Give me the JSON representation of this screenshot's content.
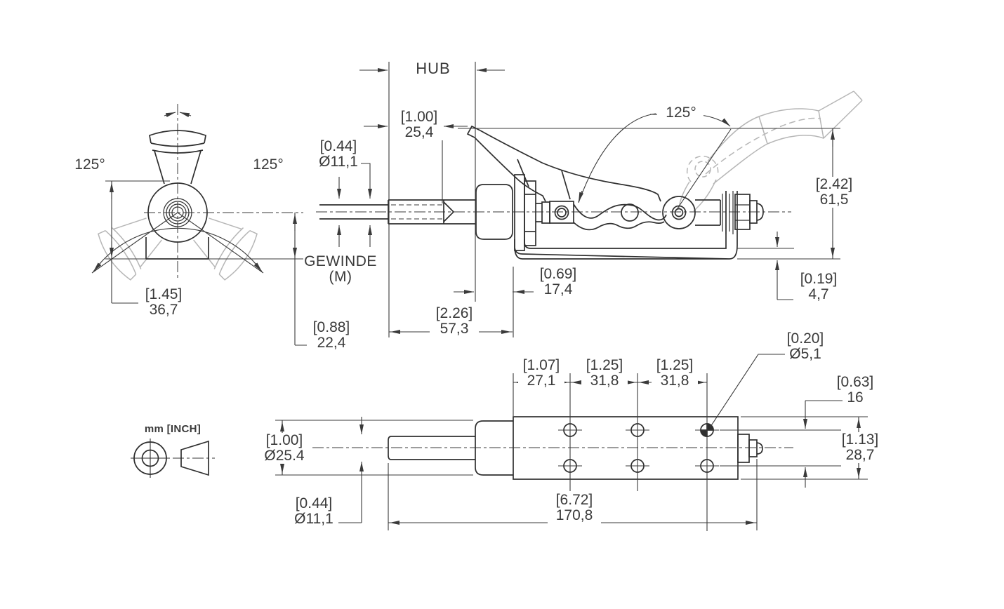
{
  "drawing": {
    "title_implied": "toggle clamp dimension drawing",
    "front": {
      "angle_left": "125°",
      "angle_right": "125°",
      "width": {
        "in": "[1.45]",
        "mm": "36,7"
      },
      "center_to_base": {
        "in": "[0.88]",
        "mm": "22,4"
      }
    },
    "side": {
      "hub": "HUB",
      "angle": "125°",
      "stroke": {
        "in": "[1.00]",
        "mm": "25,4"
      },
      "rod_dia": {
        "in": "[0.44]",
        "mm": "Ø11,1"
      },
      "thread": {
        "line1": "GEWINDE",
        "line2": "(M)"
      },
      "front_length": {
        "in": "[2.26]",
        "mm": "57,3"
      },
      "bracket_offset": {
        "in": "[0.69]",
        "mm": "17,4"
      },
      "open_height": {
        "in": "[2.42]",
        "mm": "61,5"
      },
      "base_thickness": {
        "in": "[0.19]",
        "mm": "4,7"
      }
    },
    "bottom": {
      "legend": "mm [INCH]",
      "body_dia": {
        "in": "[1.00]",
        "mm": "Ø25.4"
      },
      "rod_dia": {
        "in": "[0.44]",
        "mm": "Ø11,1"
      },
      "pitch1": {
        "in": "[1.07]",
        "mm": "27,1"
      },
      "pitch2": {
        "in": "[1.25]",
        "mm": "31,8"
      },
      "pitch3": {
        "in": "[1.25]",
        "mm": "31,8"
      },
      "hole_dia": {
        "in": "[0.20]",
        "mm": "Ø5,1"
      },
      "row_gap": {
        "in": "[0.63]",
        "mm": "16"
      },
      "plate_width": {
        "in": "[1.13]",
        "mm": "28,7"
      },
      "overall_length": {
        "in": "[6.72]",
        "mm": "170,8"
      }
    },
    "colors": {
      "line": "#3a3a3a",
      "outline": "#2f2f2f",
      "ghost": "#b6b6b6",
      "background": "#ffffff"
    }
  }
}
